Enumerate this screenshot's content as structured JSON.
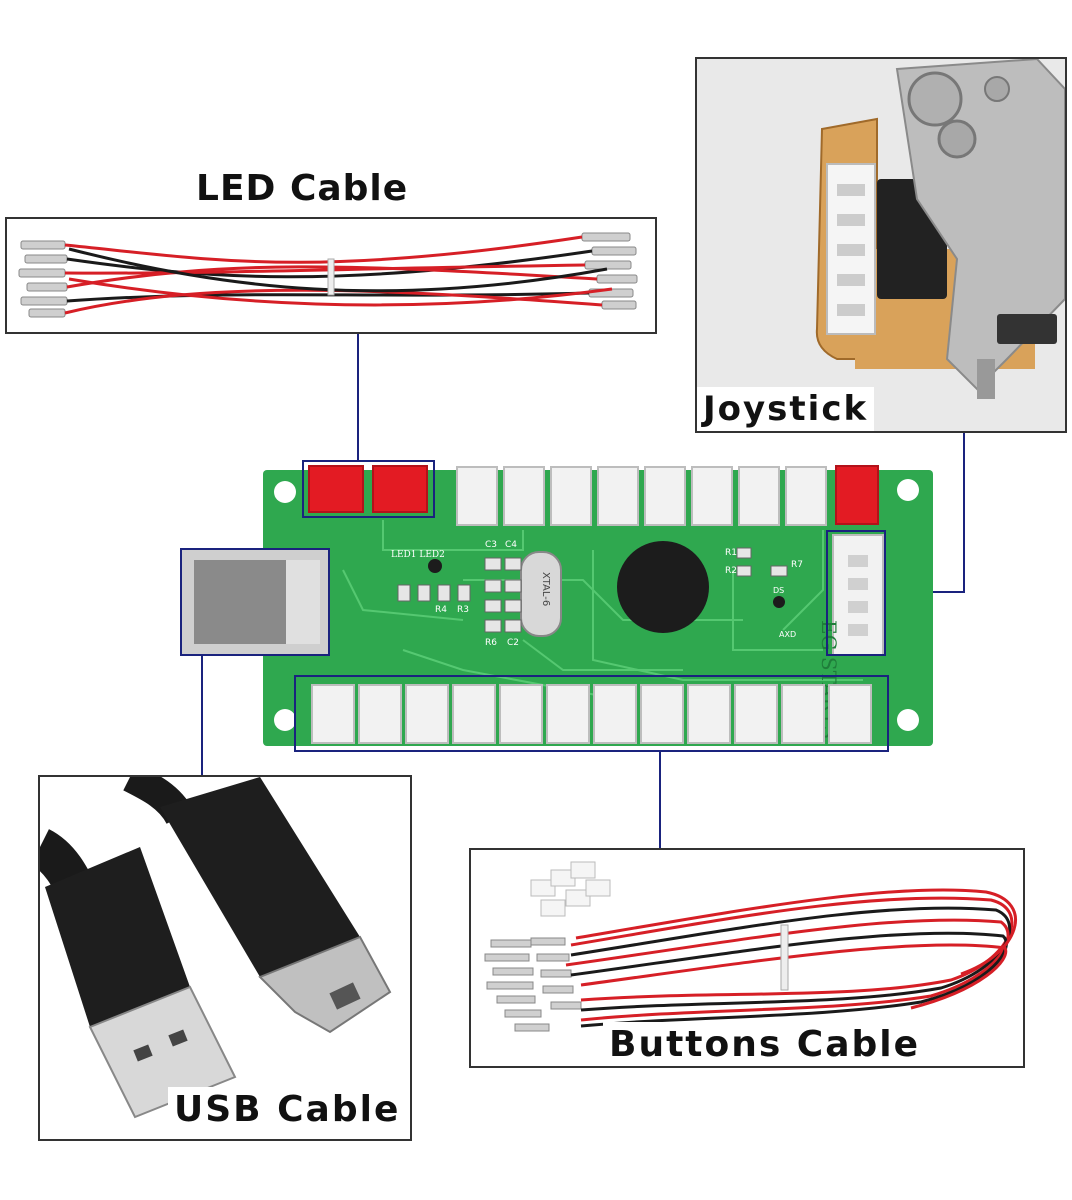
{
  "labels": {
    "led_cable": "LED Cable",
    "joystick": "Joystick",
    "usb_cable": "USB Cable",
    "buttons_cable": "Buttons Cable"
  },
  "board": {
    "led_labels": "LED1 LED2",
    "res_r4": "R4",
    "res_r3": "R3",
    "cap_c3": "C3",
    "cap_c4": "C4",
    "res_r6": "R6",
    "cap_c2": "C2",
    "crystal": "XTAL-6",
    "res_r1": "R1",
    "res_r2": "R2",
    "res_r7": "R7",
    "txd": "DS",
    "rxd": "AXD",
    "side_text": "EG STARTS"
  },
  "colors": {
    "pcb": "#2fa84f",
    "connector_red": "#e31b23",
    "connector_white": "#f2f2f2",
    "highlight_border": "#1a237e",
    "leader_line": "#1a237e",
    "wire_red": "#d61f26",
    "wire_black": "#1a1a1a"
  },
  "counts": {
    "top_white_connectors": 8,
    "bottom_connectors": 12
  }
}
